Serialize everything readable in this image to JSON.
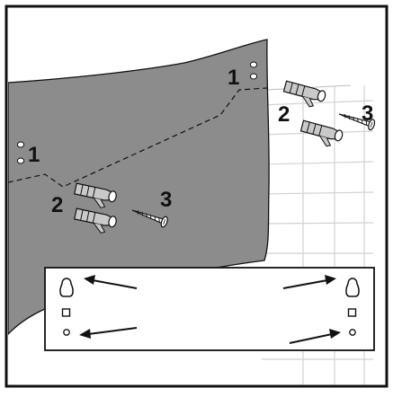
{
  "labels": {
    "wall_hole_left": "1",
    "wall_hole_right": "1",
    "plugs_left": "2",
    "screw_left": "3",
    "plugs_right": "2",
    "screw_right": "3"
  },
  "colors": {
    "frame": "#111111",
    "background": "#ffffff",
    "template_sheet": "#8c8c8c",
    "tile_grid": "#d2d2d2",
    "plug_fill": "#c9c9c9",
    "line": "#111111"
  }
}
